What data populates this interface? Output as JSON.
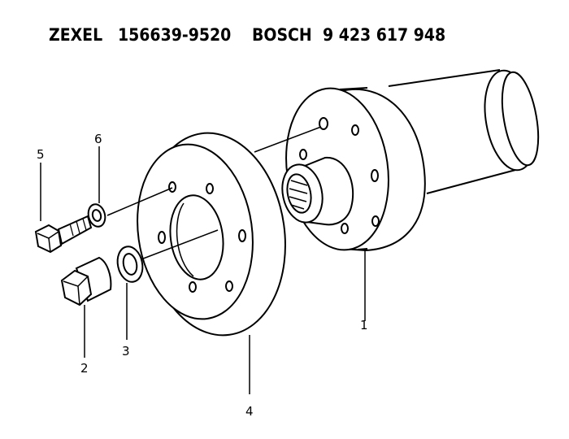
{
  "header": {
    "brand1": "ZEXEL",
    "part1": "156639-9520",
    "brand2": "BOSCH",
    "part2": "9 423 617 948"
  },
  "callouts": {
    "c1": "1",
    "c2": "2",
    "c3": "3",
    "c4": "4",
    "c5": "5",
    "c6": "6"
  },
  "colors": {
    "ink": "#000000",
    "paper": "#ffffff"
  }
}
